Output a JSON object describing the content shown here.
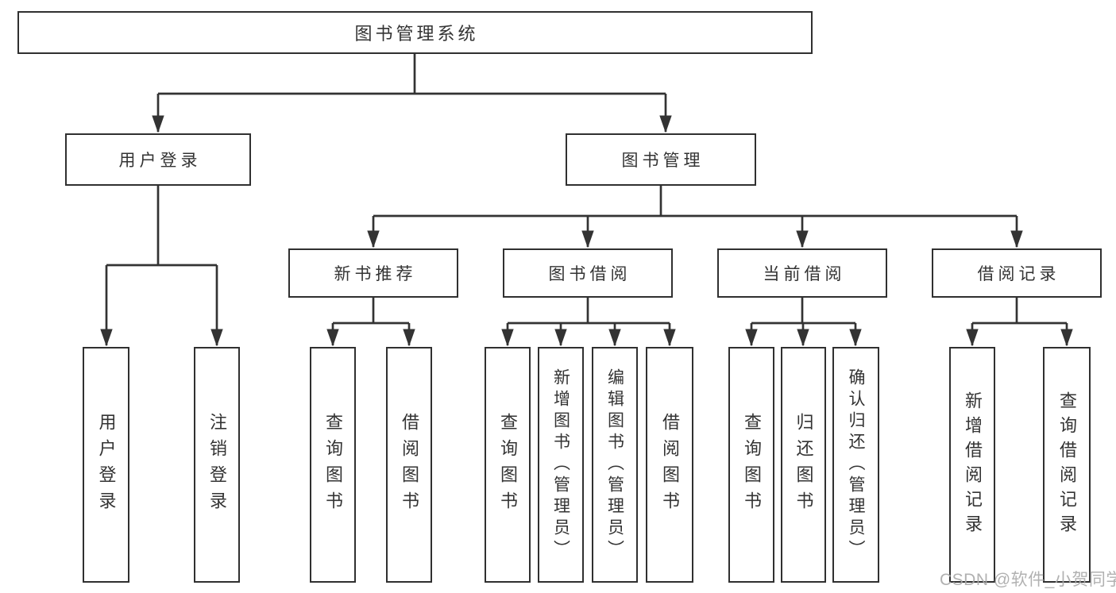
{
  "diagram": {
    "title": "图书管理系统",
    "level2": {
      "user_login": "用户登录",
      "book_mgmt": "图书管理"
    },
    "level3": {
      "new_books": "新书推荐",
      "book_borrow": "图书借阅",
      "current_borrow": "当前借阅",
      "borrow_records": "借阅记录"
    },
    "leaves": {
      "user_login": "用户登录",
      "logout": "注销登录",
      "nb_query": "查询图书",
      "nb_borrow": "借阅图书",
      "bb_query": "查询图书",
      "bb_add": "新增图书（管理员）",
      "bb_edit": "编辑图书（管理员）",
      "bb_borrow": "借阅图书",
      "cb_query": "查询图书",
      "cb_return": "归还图书",
      "cb_confirm": "确认归还（管理员）",
      "br_add": "新增借阅记录",
      "br_query": "查询借阅记录"
    },
    "hierarchy": {
      "图书管理系统": {
        "用户登录": [
          "用户登录",
          "注销登录"
        ],
        "图书管理": {
          "新书推荐": [
            "查询图书",
            "借阅图书"
          ],
          "图书借阅": [
            "查询图书",
            "新增图书（管理员）",
            "编辑图书（管理员）",
            "借阅图书"
          ],
          "当前借阅": [
            "查询图书",
            "归还图书",
            "确认归还（管理员）"
          ],
          "借阅记录": [
            "新增借阅记录",
            "查询借阅记录"
          ]
        }
      }
    }
  },
  "watermark": "CSDN @软件_小贺同学",
  "colors": {
    "line": "#333333",
    "box_border": "#303030",
    "box_bg": "#ffffff",
    "text": "#333333",
    "watermark": "#aaaaaa"
  }
}
